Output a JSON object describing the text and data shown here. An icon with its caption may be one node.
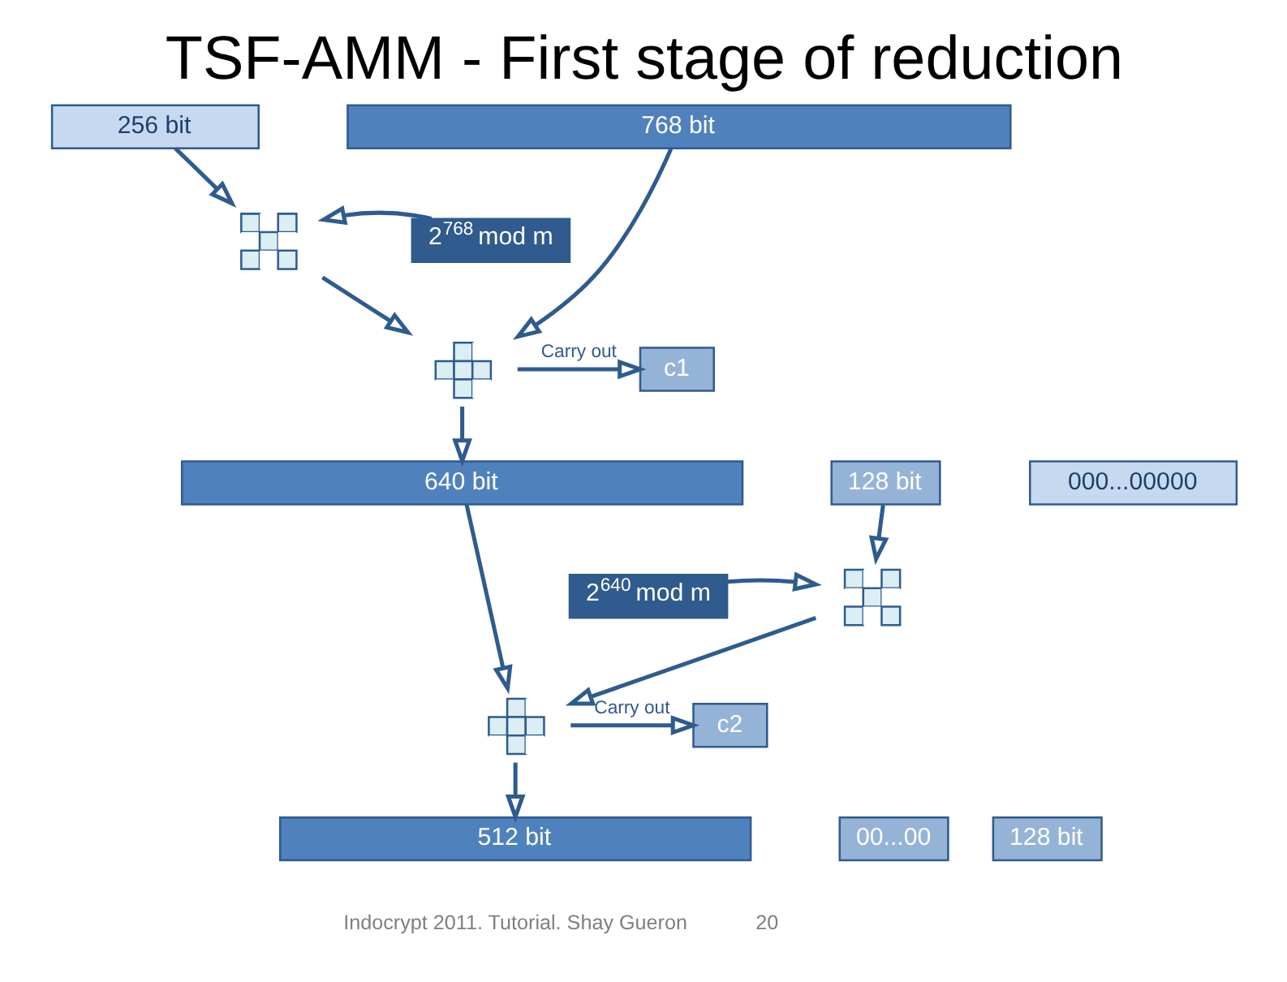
{
  "diagram": {
    "title": "TSF-AMM - First stage of reduction",
    "nodes": [
      {
        "text": [
          "256 bit"
        ]
      },
      {
        "text": [
          "768 bit"
        ]
      },
      {
        "text": [
          "2$^{768}$ mod m"
        ]
      },
      {
        "text": [],
        "shape": "cross"
      },
      {
        "text": [],
        "shape": "plus"
      },
      {
        "text": [
          "c1"
        ]
      },
      {
        "text": [
          "000...00000"
        ]
      },
      {
        "text": [
          "128 bit"
        ]
      },
      {
        "text": [
          "640 bit"
        ]
      },
      {
        "text": [
          "2$^{640}$ mod m"
        ]
      },
      {
        "text": [],
        "shape": "cross"
      },
      {
        "text": [],
        "shape": "plus"
      },
      {
        "text": [
          "c2"
        ]
      },
      {
        "text": [
          "00...00"
        ]
      },
      {
        "text": [
          "512 bit"
        ]
      },
      {
        "text": [
          "128 bit"
        ]
      }
    ],
    "edges": [
      {
        "from": 0,
        "to": 3,
        "arrow": "to"
      },
      {
        "from": 2,
        "to": 3,
        "arrow": "to"
      },
      {
        "from": 3,
        "to": 4,
        "arrow": "to"
      },
      {
        "from": 1,
        "to": 4,
        "arrow": "to"
      },
      {
        "from": 4,
        "to": 5,
        "arrow": "to",
        "label": "Carry out"
      },
      {
        "from": 4,
        "to": 8,
        "arrow": "to"
      },
      {
        "from": 7,
        "to": 10,
        "arrow": "to"
      },
      {
        "from": 9,
        "to": 10,
        "arrow": "to"
      },
      {
        "from": 10,
        "to": 11,
        "arrow": "to"
      },
      {
        "from": 8,
        "to": 11,
        "arrow": "to"
      },
      {
        "from": 11,
        "to": 12,
        "arrow": "to",
        "label": "Carry out"
      },
      {
        "from": 11,
        "to": 14,
        "arrow": "to"
      }
    ],
    "labels": [
      "Indocrypt 2011. Tutorial. Shay Gueron",
      "20"
    ]
  }
}
